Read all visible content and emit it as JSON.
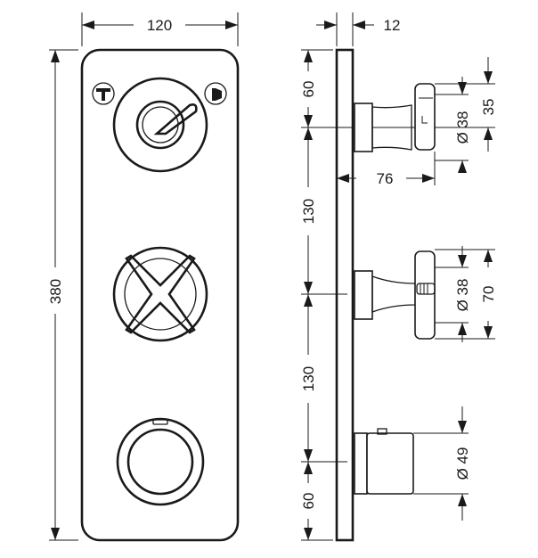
{
  "front_view": {
    "width_dim": "120",
    "height_dim": "380"
  },
  "side_view": {
    "plate_thickness_dim": "12",
    "top_offset_dim": "60",
    "spacing_upper_dim": "130",
    "spacing_lower_dim": "130",
    "bottom_offset_dim": "60",
    "projection_dim": "76",
    "lever_height_dim": "35",
    "lever_diameter_dim": "Ø 38",
    "cross_diameter_dim": "Ø 38",
    "cross_handle_dim": "70",
    "thermostat_diameter_dim": "Ø 49"
  },
  "icons": {
    "left": "tub-spout-icon",
    "right": "shower-head-icon"
  }
}
